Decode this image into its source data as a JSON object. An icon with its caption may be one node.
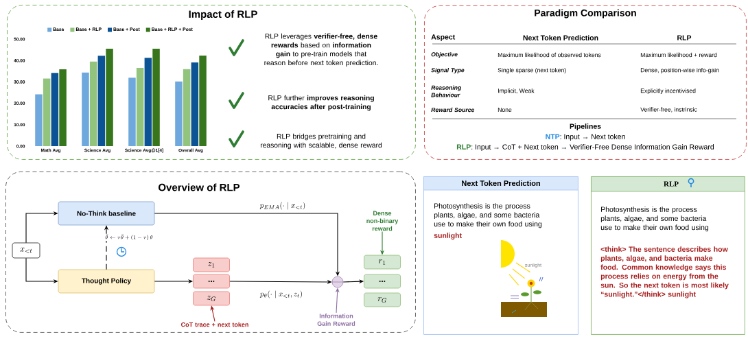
{
  "diagram": {
    "nodes": [
      {
        "text": [
          "Impact of RLP",
          "RLP leverages **verifier-free, dense rewards** based on **information gain** to pre-train models that reason before next token prediction.",
          "RLP further **improves reasoning accuracies after post-training**",
          "RLP bridges pretraining and reasoning with scalable, dense reward"
        ]
      },
      {
        "text": [
          "Paradigm Comparison",
          "Pipelines",
          "NTP",
          ": Input → Next token",
          "RLP",
          ": Input → CoT + Next token → Verifier-Free Dense Information Gain Reward"
        ]
      },
      {
        "text": [
          "Overview of RLP"
        ]
      },
      {
        "text": [
          "x_{<t}"
        ],
        "in": 2
      },
      {
        "text": [
          "No-Think baseline"
        ],
        "in": 2
      },
      {
        "text": [
          "Thought Policy"
        ],
        "in": 2
      },
      {
        "text": [
          "z_1"
        ],
        "in": 2
      },
      {
        "text": [
          "..."
        ],
        "in": 2
      },
      {
        "text": [
          "z_G"
        ],
        "in": 2
      },
      {
        "text": [],
        "shape": "circle",
        "in": 2
      },
      {
        "text": [
          "r_1"
        ],
        "in": 2
      },
      {
        "text": [
          "..."
        ],
        "in": 2
      },
      {
        "text": [
          "r_G"
        ],
        "in": 2
      },
      {
        "text": [
          "Dense non-binary reward"
        ],
        "in": 2
      },
      {
        "text": [
          "Information Gain Reward"
        ],
        "in": 2
      },
      {
        "text": [
          "CoT trace + next token"
        ],
        "in": 2
      },
      {
        "text": [
          "Next Token Prediction",
          "Photosynthesis is the process plants, algae, and some bacteria use to make their own food using",
          "sunlight"
        ]
      },
      {
        "text": [
          "RLP",
          "Photosynthesis is the process plants, algae, and some bacteria use to make their own food using",
          "<think> The sentence describes how plants, algae, and bacteria make food. Common knowledge says this process relies on energy from the sun. So the next token is most likely “sunlight.”</think> sunlight"
        ]
      }
    ],
    "edges": [
      {
        "from": 3,
        "to": 4,
        "arrow": "to"
      },
      {
        "from": 3,
        "to": 5,
        "arrow": "to"
      },
      {
        "from": 5,
        "to": 4,
        "arrow": "to",
        "style": "dashed",
        "label": "\\bar{\\theta} \\leftarrow \\tau\\bar{\\theta} + (1-\\tau)\\,\\theta"
      },
      {
        "from": 4,
        "to": 9,
        "arrow": "to",
        "label": "p_{EMA}(\\cdot \\mid x_{<t})"
      },
      {
        "from": 5,
        "to": 7,
        "arrow": "to"
      },
      {
        "from": 7,
        "to": 9,
        "arrow": "to",
        "label": "p_{\\theta}(\\cdot \\mid x_{<t}, z_t)"
      },
      {
        "from": 9,
        "to": 11,
        "arrow": "to"
      },
      {
        "from": 13,
        "to": 10,
        "arrow": "to",
        "color": "#2e7d32"
      },
      {
        "from": 14,
        "to": 9,
        "arrow": "to",
        "color": "#8e6fa3"
      },
      {
        "from": 15,
        "to": 8,
        "arrow": "to",
        "color": "#a61c1c"
      }
    ],
    "labels": [
      "Aspect",
      "Next Token Prediction",
      "RLP",
      "Objective",
      "Maximum likelihood of observed tokens",
      "Maximum likelihood + reward",
      "Signal Type",
      "Single sparse (next token)",
      "Dense, position-wise info-gain",
      "Reasoning Behaviour",
      "Implicit, Weak",
      "Explicitly incentivised",
      "Reward Source",
      "None",
      "Verifier-free, instrinsic",
      "sunlight"
    ],
    "chart_data": {
      "type": "bar",
      "legend": "top",
      "categories": [
        "Math Avg",
        "Science Avg",
        "Science Avg@1[4]",
        "Overall Avg"
      ],
      "series": [
        {
          "name": "Base",
          "color": "#6fa8dc",
          "values": [
            24.2,
            34.4,
            32.0,
            30.2
          ]
        },
        {
          "name": "Base + RLP",
          "color": "#93c47d",
          "values": [
            31.6,
            39.5,
            36.5,
            36.0
          ]
        },
        {
          "name": "Base + Post",
          "color": "#0b5394",
          "values": [
            34.2,
            42.2,
            41.3,
            39.1
          ]
        },
        {
          "name": "Base + RLP + Post",
          "color": "#38761d",
          "values": [
            35.9,
            45.5,
            45.5,
            42.3
          ]
        }
      ],
      "ylim": [
        0,
        50
      ],
      "yticks": [
        {
          "value": 0,
          "label": "0.00"
        },
        {
          "value": 10,
          "label": "10.00"
        },
        {
          "value": 20,
          "label": "20.00"
        },
        {
          "value": 30,
          "label": "30.00"
        },
        {
          "value": 40,
          "label": "40.00"
        },
        {
          "value": 50,
          "label": "50.00"
        }
      ]
    }
  }
}
